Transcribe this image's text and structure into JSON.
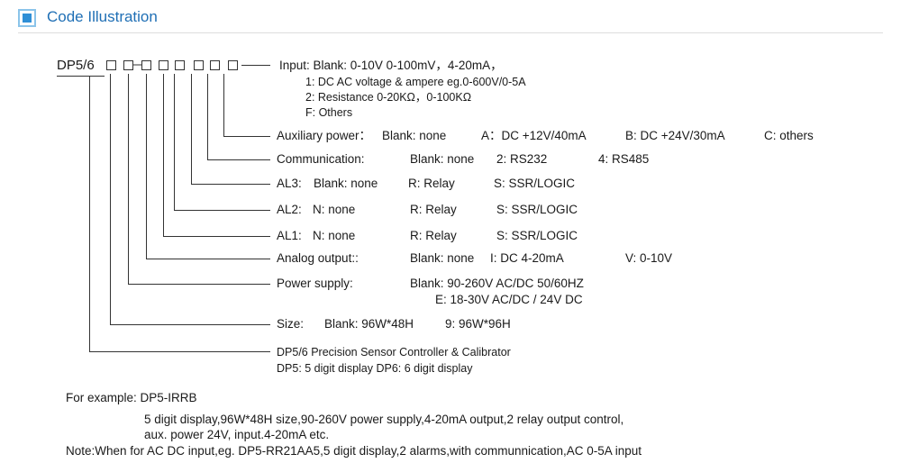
{
  "header": {
    "title": "Code Illustration"
  },
  "code": {
    "prefix": "DP5/6"
  },
  "input": {
    "line1": "Input: Blank: 0-10V 0-100mV，4-20mA，",
    "line2": "1: DC AC voltage & ampere  eg.0-600V/0-5A",
    "line3": "2: Resistance 0-20KΩ，0-100KΩ",
    "line4": "F:  Others"
  },
  "auxiliary": {
    "label": "Auxiliary power：",
    "opt1": "Blank: none",
    "opt2": "A：DC +12V/40mA",
    "opt3": "B: DC +24V/30mA",
    "opt4": "C: others"
  },
  "communication": {
    "label": "Communication:",
    "opt1": "Blank: none",
    "opt2": "2:  RS232",
    "opt3": "4: RS485"
  },
  "al3": {
    "label": "AL3:",
    "opt1": "Blank: none",
    "opt2": "R: Relay",
    "opt3": "S: SSR/LOGIC"
  },
  "al2": {
    "label": "AL2:",
    "opt1": "N: none",
    "opt2": "R: Relay",
    "opt3": "S: SSR/LOGIC"
  },
  "al1": {
    "label": "AL1:",
    "opt1": "N: none",
    "opt2": "R: Relay",
    "opt3": "S: SSR/LOGIC"
  },
  "analog": {
    "label": "Analog output::",
    "opt1": "Blank: none",
    "opt2": "I: DC 4-20mA",
    "opt3": "V: 0-10V"
  },
  "power": {
    "label": "Power supply:",
    "opt1": "Blank:  90-260V AC/DC    50/60HZ",
    "opt2": "E:  18-30V AC/DC / 24V DC"
  },
  "size": {
    "label": "Size:",
    "opt1": "Blank: 96W*48H",
    "opt2": "9: 96W*96H"
  },
  "product": {
    "line1": "DP5/6 Precision Sensor Controller & Calibrator",
    "line2": "DP5: 5 digit display    DP6: 6 digit display"
  },
  "example": {
    "line1": "For example: DP5-IRRB",
    "line2": "5 digit display,96W*48H  size,90-260V power supply,4-20mA output,2 relay output control,",
    "line3": "aux. power 24V, input.4-20mA etc.",
    "note": "Note:When for AC DC input,eg. DP5-RR21AA5,5 digit display,2 alarms,with communnication,AC 0-5A input"
  }
}
